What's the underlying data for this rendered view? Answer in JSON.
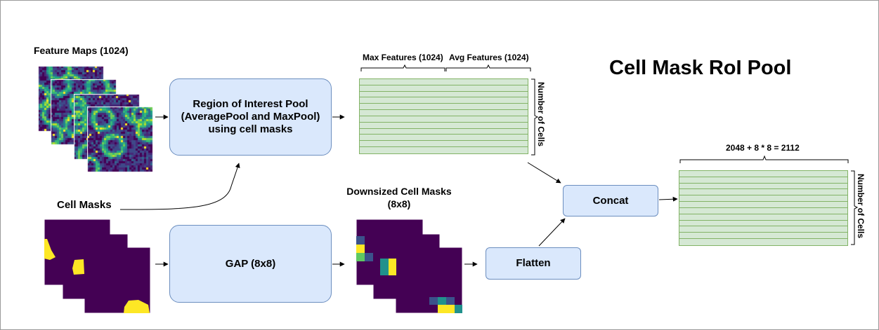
{
  "title": "Cell Mask RoI Pool",
  "labels": {
    "feature_maps": "Feature Maps (1024)",
    "cell_masks": "Cell Masks",
    "downsized_line1": "Downsized Cell Masks",
    "downsized_line2": "(8x8)",
    "max_features": "Max Features (1024)",
    "avg_features": "Avg Features (1024)",
    "concat_size": "2048 + 8 * 8 = 2112",
    "number_of_cells": "Number of Cells"
  },
  "boxes": {
    "roi_pool": [
      "Region of Interest Pool",
      "(AveragePool and MaxPool)",
      "using cell masks"
    ],
    "gap": "GAP (8x8)",
    "flatten": "Flatten",
    "concat": "Concat"
  },
  "colors": {
    "box_fill": "#dae8fc",
    "box_stroke": "#6c8ebf",
    "table_fill": "#d5e8d4",
    "table_stroke": "#82b366",
    "mask_background": "#440154",
    "mask_cell": "#fde725"
  }
}
